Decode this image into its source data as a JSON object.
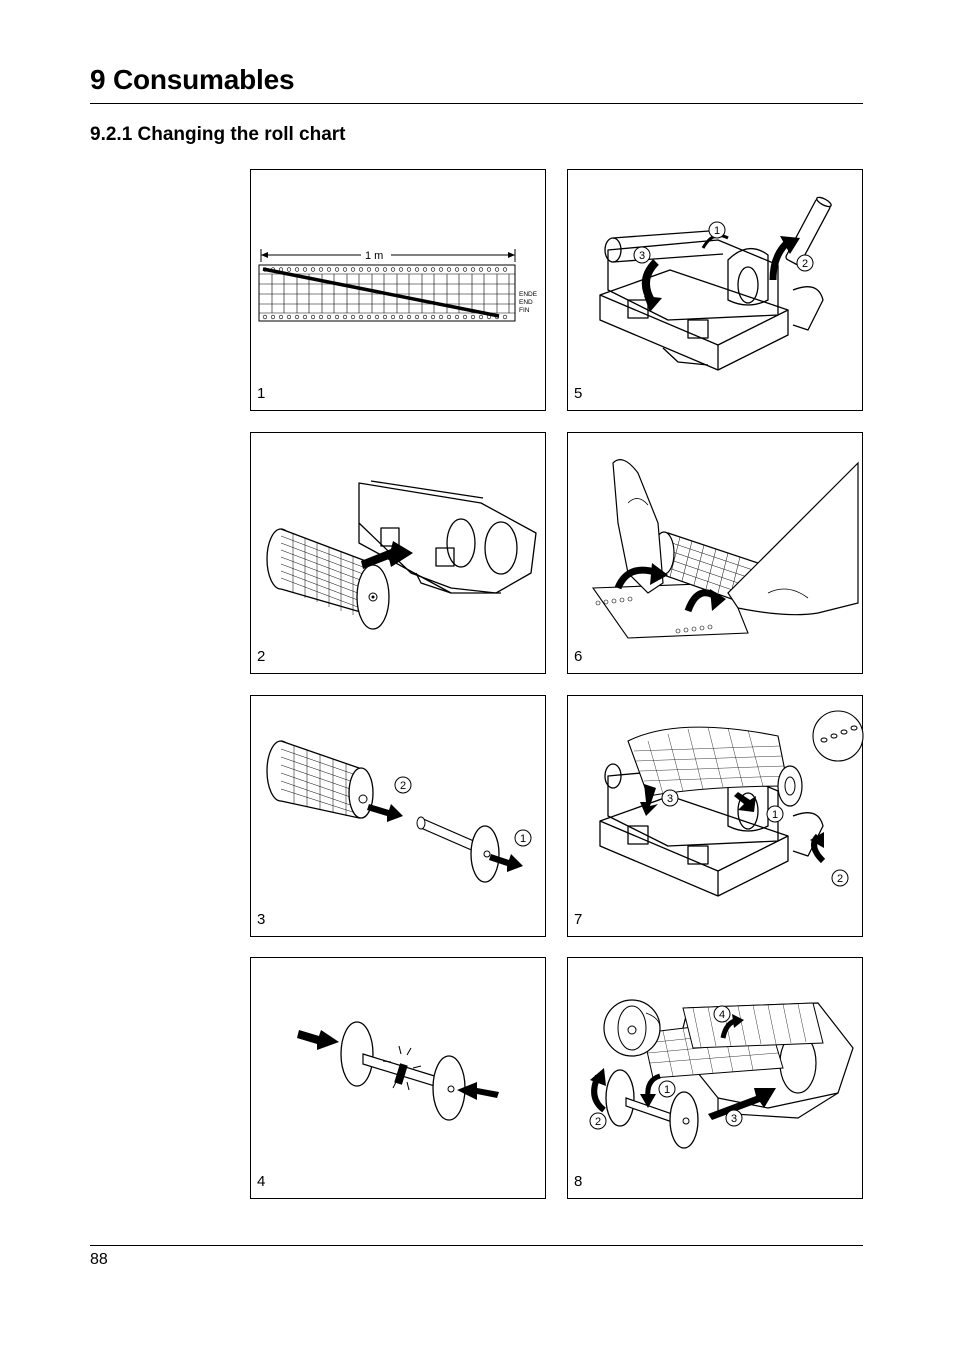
{
  "header": {
    "chapter_title": "9 Consumables",
    "section_title": "9.2.1  Changing the roll chart"
  },
  "panels": [
    {
      "number": "1"
    },
    {
      "number": "5",
      "callouts": [
        "1",
        "2",
        "3"
      ]
    },
    {
      "number": "2"
    },
    {
      "number": "6"
    },
    {
      "number": "3",
      "callouts": [
        "2",
        "1"
      ]
    },
    {
      "number": "7",
      "callouts": [
        "3",
        "1",
        "2"
      ]
    },
    {
      "number": "4"
    },
    {
      "number": "8",
      "callouts": [
        "4",
        "1",
        "2",
        "3"
      ]
    }
  ],
  "figure1": {
    "length_label": "1 m",
    "end_labels": [
      "ENDE",
      "END",
      "FIN"
    ]
  },
  "footer": {
    "page_number": "88"
  }
}
